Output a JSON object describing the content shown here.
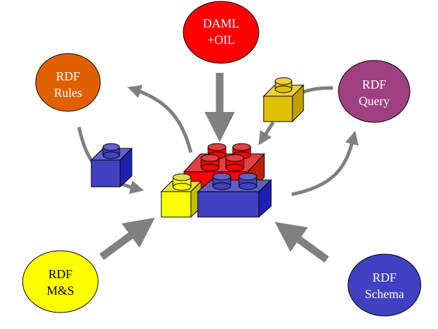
{
  "nodes": {
    "daml": {
      "line1": "DAML",
      "line2": "+OIL",
      "color": "#ff0000",
      "text_color": "#ffffff"
    },
    "rules": {
      "line1": "RDF",
      "line2": "Rules",
      "color": "#e06000",
      "text_color": "#ffffff"
    },
    "query": {
      "line1": "RDF",
      "line2": "Query",
      "color": "#a04080",
      "text_color": "#ffffff"
    },
    "ms": {
      "line1": "RDF",
      "line2": "M&S",
      "color": "#ffff00",
      "text_color": "#000000"
    },
    "schema": {
      "line1": "RDF",
      "line2": "Schema",
      "color": "#4040c0",
      "text_color": "#ffffff"
    }
  },
  "colors": {
    "arrow": "#808080",
    "brick_red": "#ff0000",
    "brick_blue": "#4040c0",
    "brick_yellow": "#ffff00",
    "brick_gold": "#e0c000"
  }
}
